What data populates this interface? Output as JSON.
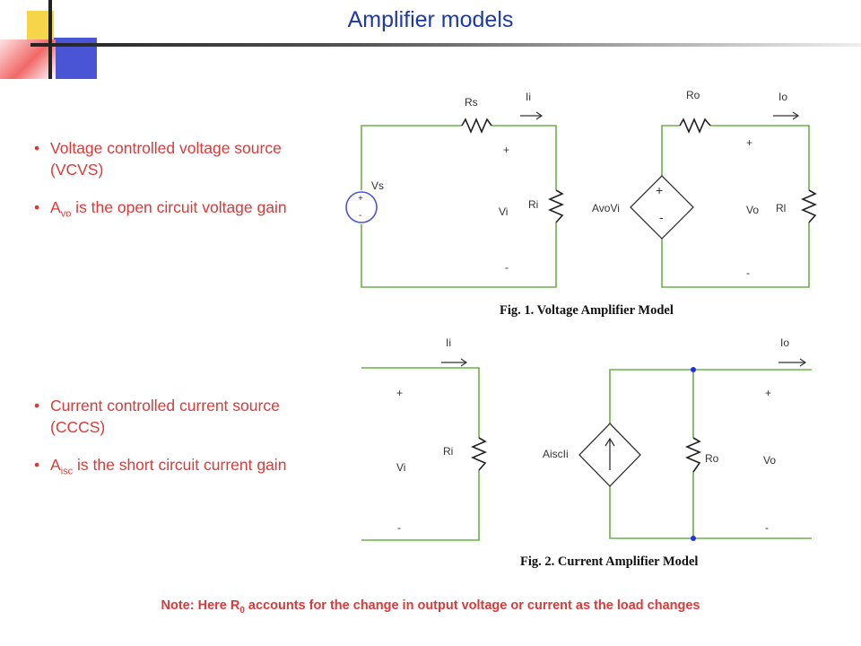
{
  "title": "Amplifier models",
  "bullets_top": [
    {
      "text": "Voltage controlled voltage source (VCVS)"
    },
    {
      "prefix": "A",
      "sub": "vo",
      "text": " is the open circuit voltage gain"
    }
  ],
  "bullets_bottom": [
    {
      "text": "Current controlled current source (CCCS)"
    },
    {
      "prefix": "A",
      "sub": "isc",
      "text": " is the short circuit  current gain"
    }
  ],
  "note": {
    "prefix": "Note: Here R",
    "sub": "0",
    "text": " accounts for the change in output voltage or current as the load changes"
  },
  "fig1": {
    "caption": "Fig. 1. Voltage Amplifier Model",
    "labels": {
      "rs": "Rs",
      "ii": "Ii",
      "vs": "Vs",
      "vi": "Vi",
      "ri": "Ri",
      "ro": "Ro",
      "io": "Io",
      "avovi": "AvoVi",
      "vo": "Vo",
      "rl": "Rl",
      "plus": "+",
      "minus": "-"
    }
  },
  "fig2": {
    "caption": "Fig. 2. Current Amplifier Model",
    "labels": {
      "ii": "Ii",
      "vi": "Vi",
      "ri": "Ri",
      "aiscli": "AiscIi",
      "ro": "Ro",
      "io": "Io",
      "vo": "Vo",
      "plus": "+",
      "minus": "-"
    }
  },
  "colors": {
    "wire": "#6bb04a",
    "text_red": "#d93a3a",
    "title_blue": "#1f3aa6",
    "deco_yellow": "#f7d54a",
    "deco_blue": "#4a55d6",
    "deco_red": "#f06868"
  }
}
